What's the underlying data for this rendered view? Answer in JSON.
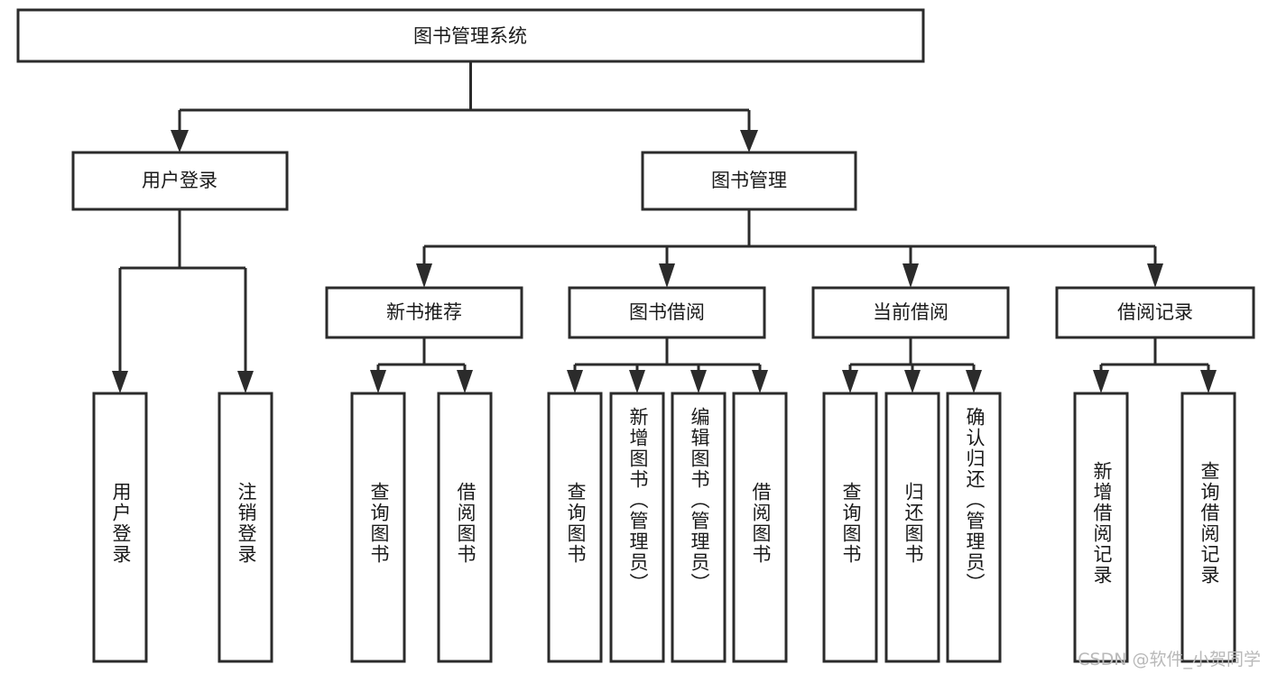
{
  "diagram": {
    "type": "tree",
    "title": "图书管理系统",
    "orientation": "top-down",
    "watermark": "CSDN @软件_小贺同学",
    "colors": {
      "box_stroke": "#2b2b2b",
      "box_fill": "#ffffff",
      "connector": "#2b2b2b",
      "text": "#1a1a1a",
      "background": "#ffffff",
      "watermark": "#b9b9b9"
    },
    "nodes": {
      "root": {
        "label": "图书管理系统"
      },
      "level2": [
        {
          "label": "用户登录"
        },
        {
          "label": "图书管理"
        }
      ],
      "level3": [
        {
          "label": "新书推荐"
        },
        {
          "label": "图书借阅"
        },
        {
          "label": "当前借阅"
        },
        {
          "label": "借阅记录"
        }
      ],
      "leaves_user_login": [
        {
          "label": "用户登录"
        },
        {
          "label": "注销登录"
        }
      ],
      "leaves_new_book": [
        {
          "label": "查询图书"
        },
        {
          "label": "借阅图书"
        }
      ],
      "leaves_borrow": [
        {
          "label": "查询图书"
        },
        {
          "label": "新增图书（管理员）"
        },
        {
          "label": "编辑图书（管理员）"
        },
        {
          "label": "借阅图书"
        }
      ],
      "leaves_current": [
        {
          "label": "查询图书"
        },
        {
          "label": "归还图书"
        },
        {
          "label": "确认归还（管理员）"
        }
      ],
      "leaves_records": [
        {
          "label": "新增借阅记录"
        },
        {
          "label": "查询借阅记录"
        }
      ]
    }
  }
}
